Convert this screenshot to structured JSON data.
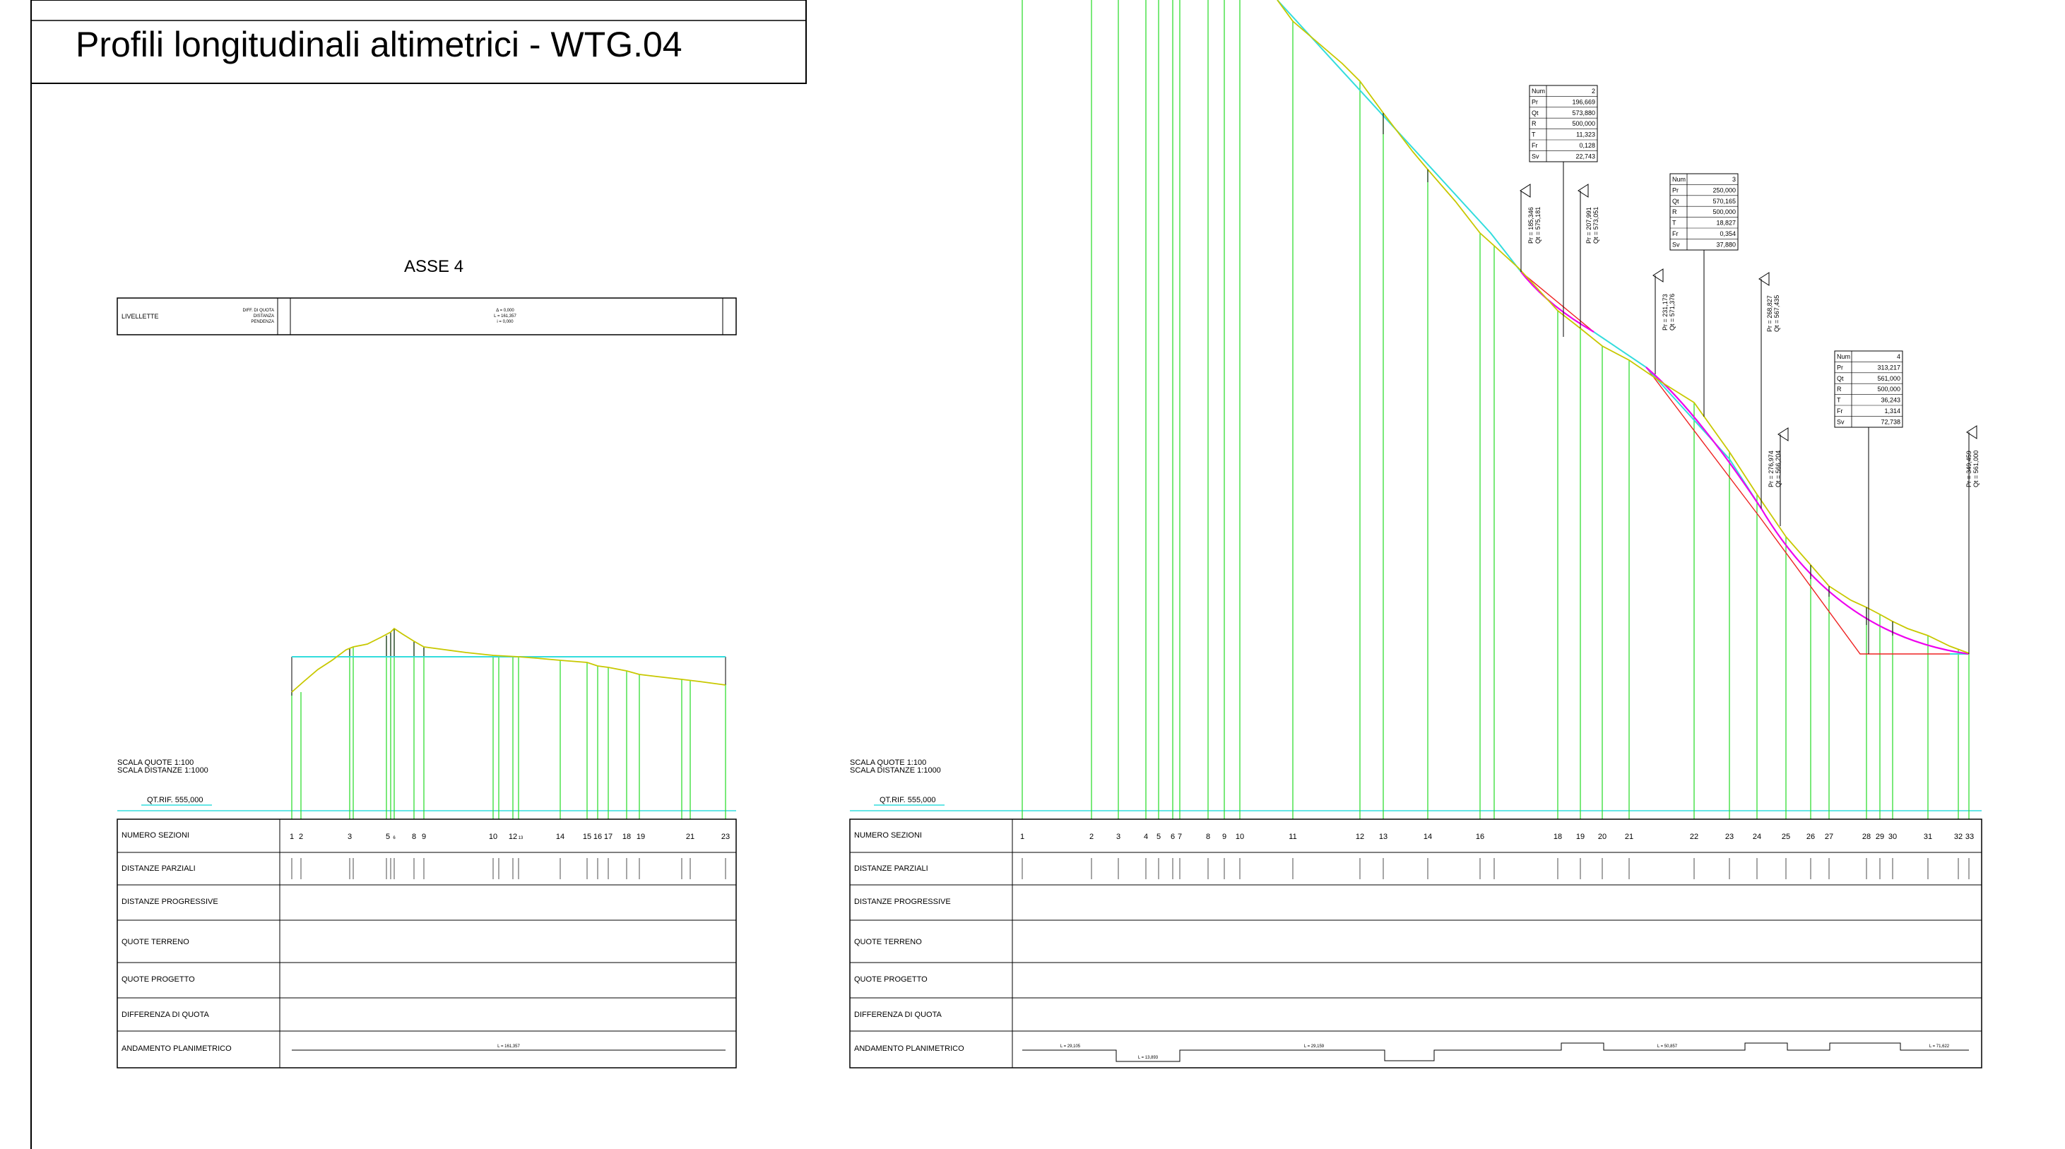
{
  "title": "Profili longitudinali altimetrici - WTG.04",
  "left": {
    "asse": "ASSE 4",
    "livellette_label": "LIVELLETTE",
    "livellette_sublabels": [
      "DIFF. DI QUOTA",
      "DISTANZA",
      "PENDENZA"
    ],
    "livellette_values": [
      "Δ = 0,000",
      "L = 161,357",
      "i = 0,000"
    ],
    "scale_quote": "SCALA QUOTE 1:100",
    "scale_distanze": "SCALA DISTANZE 1:1000",
    "qt_rif": "QT.RIF. 555,000",
    "planimetrico_values": [
      "L = 161,357"
    ],
    "section_labels": [
      "1",
      "2",
      "3",
      "5",
      "6",
      "8",
      "9",
      "10",
      "12",
      "13",
      "14",
      "15",
      "16",
      "17",
      "18",
      "19",
      "21",
      "23"
    ]
  },
  "right": {
    "scale_quote": "SCALA QUOTE 1:100",
    "scale_distanze": "SCALA DISTANZE 1:1000",
    "qt_rif": "QT.RIF. 555,000",
    "section_labels": [
      "1",
      "2",
      "3",
      "4",
      "5",
      "6",
      "7",
      "8",
      "9",
      "10",
      "11",
      "12",
      "13",
      "14",
      "16",
      "18",
      "19",
      "20",
      "21",
      "22",
      "23",
      "24",
      "25",
      "26",
      "27",
      "28",
      "29",
      "30",
      "31",
      "32",
      "33"
    ],
    "planimetrico_values": [
      "L = 29,105",
      "L = 13,893",
      "L = 29,159",
      "L = 50,857",
      "L = 71,622"
    ],
    "curve_tables": [
      {
        "rows": [
          [
            "Num",
            "2"
          ],
          [
            "Pr",
            "196,669"
          ],
          [
            "Qt",
            "573,880"
          ],
          [
            "R",
            "500,000"
          ],
          [
            "T",
            "11,323"
          ],
          [
            "Fr",
            "0,128"
          ],
          [
            "Sv",
            "22,743"
          ]
        ]
      },
      {
        "rows": [
          [
            "Num",
            "3"
          ],
          [
            "Pr",
            "250,000"
          ],
          [
            "Qt",
            "570,165"
          ],
          [
            "R",
            "500,000"
          ],
          [
            "T",
            "18,827"
          ],
          [
            "Fr",
            "0,354"
          ],
          [
            "Sv",
            "37,880"
          ]
        ]
      },
      {
        "rows": [
          [
            "Num",
            "4"
          ],
          [
            "Pr",
            "313,217"
          ],
          [
            "Qt",
            "561,000"
          ],
          [
            "R",
            "500,000"
          ],
          [
            "T",
            "36,243"
          ],
          [
            "Fr",
            "1,314"
          ],
          [
            "Sv",
            "72,738"
          ]
        ]
      }
    ],
    "vertex_labels": [
      {
        "pr": "Pr = 185,346",
        "qt": "Qt = 575,181"
      },
      {
        "pr": "Pr = 207,991",
        "qt": "Qt = 573,051"
      },
      {
        "pr": "Pr = 231,173",
        "qt": "Qt = 571,376"
      },
      {
        "pr": "Pr = 268,827",
        "qt": "Qt = 567,435"
      },
      {
        "pr": "Pr = 276,974",
        "qt": "Qt = 566,204"
      },
      {
        "pr": "Pr = 349,459",
        "qt": "Qt = 561,000"
      }
    ]
  },
  "table_rows": [
    "NUMERO SEZIONI",
    "DISTANZE PARZIALI",
    "DISTANZE PROGRESSIVE",
    "QUOTE TERRENO",
    "QUOTE PROGETTO",
    "DIFFERENZA DI QUOTA",
    "ANDAMENTO PLANIMETRICO"
  ],
  "colors": {
    "section_line": "#33dd33",
    "terrain": "#c8c800",
    "grade": "#33dddd",
    "vertical_curve": "#ee00ee",
    "tangent": "#ee2222",
    "border": "#000000"
  }
}
